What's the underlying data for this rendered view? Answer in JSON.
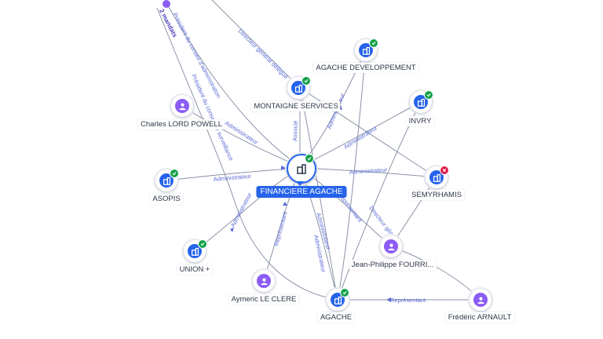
{
  "colors": {
    "company": "#2563eb",
    "person": "#8b5cf6",
    "active": "#16a34a",
    "inactive": "#e11d48",
    "edge": "#8a93a8",
    "edge_label": "#5b6bd6"
  },
  "nodes": {
    "financiere_agache": {
      "label": "FINANCIERE AGACHE",
      "type": "company",
      "status": "active",
      "main": true,
      "icon": "building-icon"
    },
    "agache_developpement": {
      "label": "AGACHE DEVELOPPEMENT",
      "type": "company",
      "status": "active",
      "icon": "building-icon"
    },
    "montaigne_services": {
      "label": "MONTAIGNE SERVICES",
      "type": "company",
      "status": "active",
      "icon": "building-icon"
    },
    "invry": {
      "label": "INVRY",
      "type": "company",
      "status": "active",
      "icon": "building-icon"
    },
    "semyrhamis": {
      "label": "SEMYRHAMIS",
      "type": "company",
      "status": "inactive",
      "icon": "building-icon"
    },
    "asopis": {
      "label": "ASOPIS",
      "type": "company",
      "status": "active",
      "icon": "building-icon"
    },
    "union_plus": {
      "label": "UNION +",
      "type": "company",
      "status": "active",
      "icon": "building-icon"
    },
    "agache": {
      "label": "AGACHE",
      "type": "company",
      "status": "active",
      "icon": "building-icon"
    },
    "charles_lord_powell": {
      "label": "Charles LORD POWELL",
      "type": "person",
      "icon": "person-icon"
    },
    "jean_philippe_fourri": {
      "label": "Jean-Philippe FOURRI...",
      "type": "person",
      "icon": "person-icon"
    },
    "aymeric_le_clere": {
      "label": "Aymeric LE CLERE",
      "type": "person",
      "icon": "person-icon"
    },
    "frederic_arnault": {
      "label": "Frédéric ARNAULT",
      "type": "person",
      "icon": "person-icon"
    }
  },
  "edges": [
    {
      "id": "e1",
      "label": "Président du conseil d'administration"
    },
    {
      "id": "e2",
      "label": "Président du conseil de surveillance"
    },
    {
      "id": "e3",
      "label": "Directeur général délégué"
    },
    {
      "id": "e4",
      "label": "Administrateur"
    },
    {
      "id": "e5",
      "label": "Administrateur"
    },
    {
      "id": "e6",
      "label": "Associé"
    },
    {
      "id": "e7",
      "label": "Administrateur"
    },
    {
      "id": "e8",
      "label": "Administrateur"
    },
    {
      "id": "e9",
      "label": "Administrateur"
    },
    {
      "id": "e10",
      "label": "Représentant"
    },
    {
      "id": "e11",
      "label": "Administrateur"
    },
    {
      "id": "e12",
      "label": "Représentant"
    },
    {
      "id": "e13",
      "label": "Directeur général"
    },
    {
      "id": "e14",
      "label": "Représentant"
    },
    {
      "id": "e15",
      "label": "Administrateur"
    },
    {
      "id": "e16",
      "label": "Administrateur"
    }
  ],
  "more_mandates": "2 mandats"
}
